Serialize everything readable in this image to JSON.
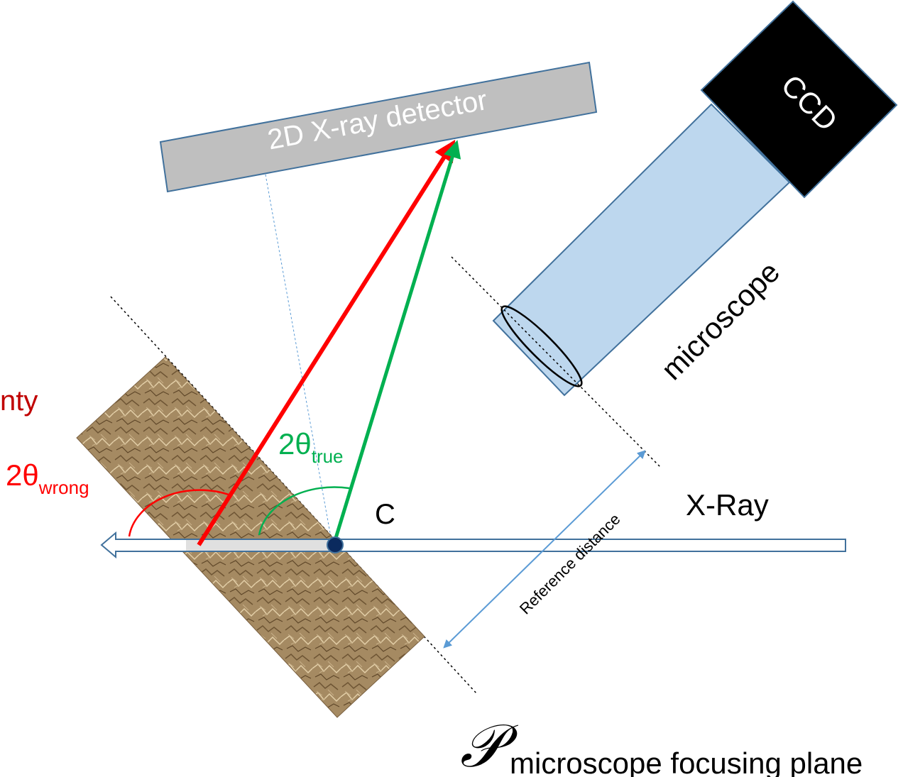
{
  "labels": {
    "detector": "2D X-ray detector",
    "ccd": "CCD",
    "microscope": "microscope",
    "xray": "X-Ray",
    "center": "C",
    "reference_distance": "Reference distance",
    "two_theta_true_prefix": "2θ",
    "two_theta_true_sub": "true",
    "two_theta_wrong_prefix": "2θ",
    "two_theta_wrong_sub": "wrong",
    "uncertainty_partial": "nty",
    "plane_symbol": "𝒫",
    "plane_label": "microscope focusing plane"
  },
  "colors": {
    "wrong_beam": "#ff0000",
    "true_beam": "#00b050",
    "microscope_body": "#bdd7ee",
    "outline": "#41719c",
    "detector_fill": "#bfbfbf",
    "sample": "#a58a62",
    "ref_arrow": "#5b9bd5",
    "ccd": "#000000"
  }
}
